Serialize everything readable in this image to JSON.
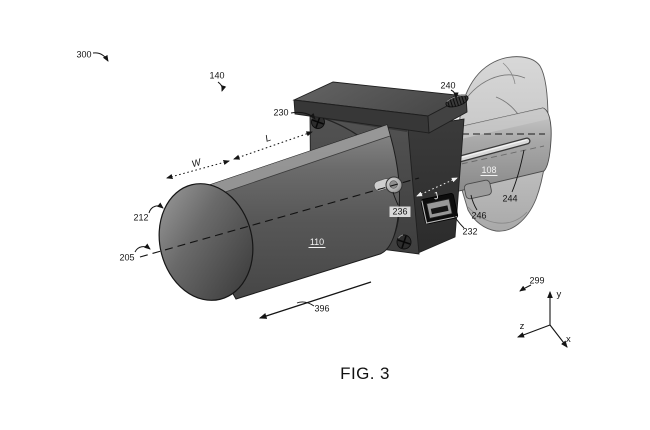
{
  "figure": {
    "caption": "FIG. 3",
    "type": "patent-drawing"
  },
  "ref_labels": {
    "n300": "300",
    "n140": "140",
    "n230": "230",
    "n240": "240",
    "n212": "212",
    "n205": "205",
    "n110": "110",
    "n236": "236",
    "n232": "232",
    "n246": "246",
    "n244": "244",
    "n108": "108",
    "n299": "299",
    "n396": "396"
  },
  "dimension_labels": {
    "width": "W",
    "length": "L",
    "gap": "J"
  },
  "axis_labels": {
    "x": "x",
    "y": "y",
    "z": "z"
  },
  "colors": {
    "background": "#ffffff",
    "line": "#141414",
    "main_cylinder": "#595959",
    "bracket_front": "#474747",
    "bracket_side": "#323232",
    "cylinder_108": "#a9a9a9",
    "rear_cylinder": "#c6c6c6",
    "light_label": "#f2f2f2"
  }
}
